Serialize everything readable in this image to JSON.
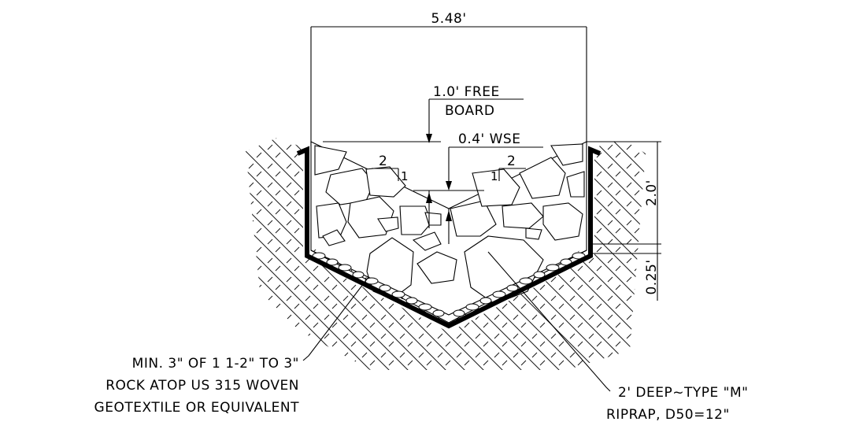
{
  "labels": {
    "top_width": "5.48'",
    "freeboard_line1": "1.0' FREE",
    "freeboard_line2": "BOARD",
    "wse": "0.4' WSE",
    "slope_run_left": "2",
    "slope_rise_left": "1",
    "slope_rise_right": "1",
    "slope_run_right": "2",
    "depth": "2.0'",
    "bedding_depth": "0.25'",
    "bedding_note_line1": "MIN. 3\" OF 1 1-2\" TO 3\"",
    "bedding_note_line2": "ROCK ATOP US 315 WOVEN",
    "bedding_note_line3": "GEOTEXTILE OR EQUIVALENT",
    "riprap_note_line1": "2' DEEP~TYPE \"M\"",
    "riprap_note_line2": "RIPRAP, D50=12\""
  }
}
